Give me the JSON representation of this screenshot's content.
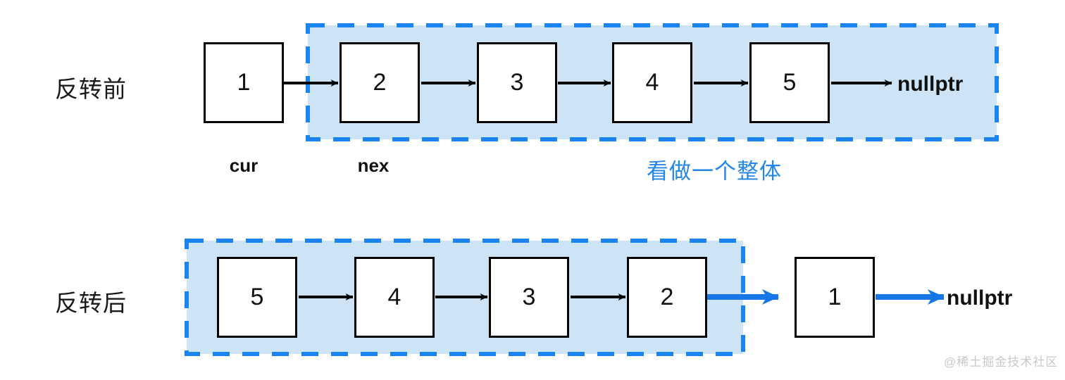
{
  "diagram": {
    "title_domain": "singly-linked-list-reversal",
    "colors": {
      "highlight_fill": "#cde4f7",
      "highlight_border": "#1a85f0",
      "blue_arrow": "#1877e8",
      "note_text": "#2486e8",
      "box_border": "#000000",
      "box_fill": "#ffffff",
      "black_arrow": "#000000",
      "watermark": "#c9c9c9"
    },
    "rows": [
      {
        "id": "before",
        "label": "反转前",
        "nodes": [
          "1",
          "2",
          "3",
          "4",
          "5"
        ],
        "terminal": "nullptr",
        "pointer_labels": [
          {
            "name": "cur",
            "text": "cur"
          },
          {
            "name": "nex",
            "text": "nex"
          }
        ],
        "group_note": "看做一个整体",
        "grouped_nodes": [
          "2",
          "3",
          "4",
          "5",
          "nullptr"
        ]
      },
      {
        "id": "after",
        "label": "反转后",
        "nodes": [
          "5",
          "4",
          "3",
          "2",
          "1"
        ],
        "terminal": "nullptr",
        "pointer_labels": [],
        "group_note": "",
        "grouped_nodes": [
          "5",
          "4",
          "3",
          "2"
        ]
      }
    ],
    "watermark": "@稀土掘金技术社区"
  }
}
